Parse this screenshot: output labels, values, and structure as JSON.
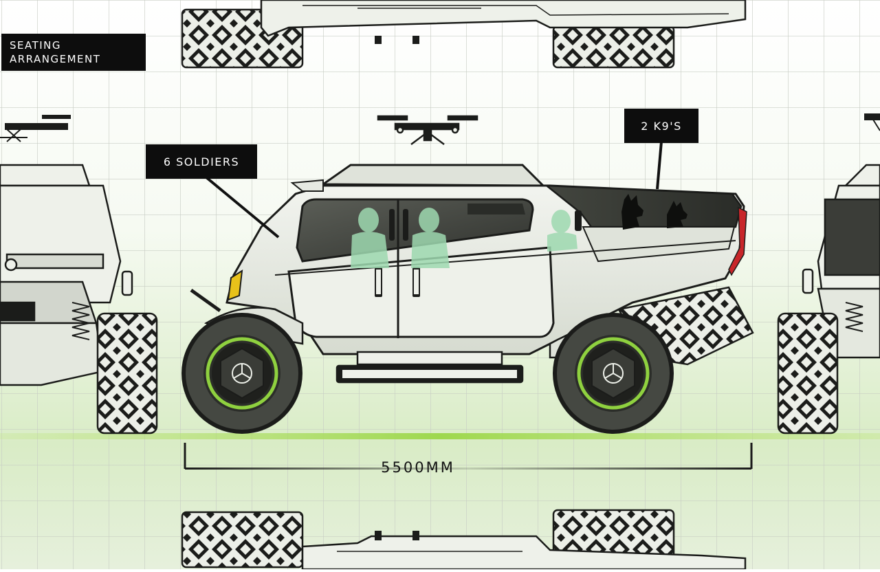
{
  "labels": {
    "seating_line1": "SEATING",
    "seating_line2": "ARRANGEMENT",
    "soldiers": "6 SOLDIERS",
    "k9": "2 K9'S",
    "dimension": "5500MM"
  },
  "colors": {
    "grid": "#c8cdc4",
    "background_top": "#ffffff",
    "background_bottom": "#d8ecc4",
    "accent_green": "#8fd13f",
    "tire": "#1b1c1a",
    "body_panel": "#e9ece5",
    "dark_panel": "#3b3d38",
    "tail_light": "#c8262a",
    "headlight": "#e8c21a",
    "passenger": "#9ed9b0",
    "label_bg": "#0d0d0d"
  },
  "icons": [
    "mercedes-star-icon",
    "drone-icon",
    "dog-silhouette-icon",
    "soldier-silhouette-icon"
  ]
}
